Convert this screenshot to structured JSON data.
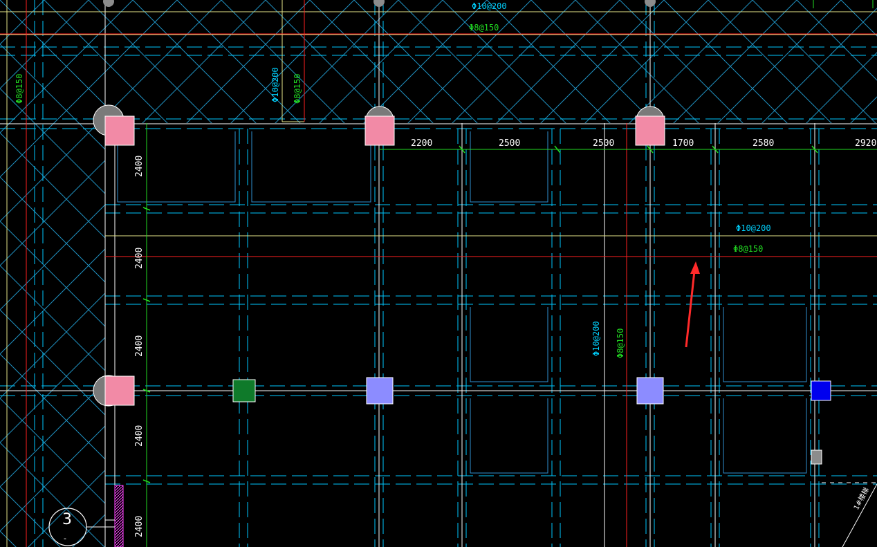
{
  "drawing": {
    "top_rebar": {
      "upper": "Φ10@200",
      "lower": "Φ8@150"
    },
    "left_rebar": "Φ8@150",
    "upper_vertical_rebar": {
      "left": "Φ10@200",
      "right": "Φ8@150"
    },
    "mid_rebar": {
      "upper": "Φ10@200",
      "lower": "Φ8@150"
    },
    "mid_vertical_rebar": {
      "left": "Φ10@200",
      "right": "Φ8@150"
    },
    "horizontal_dimensions": [
      "2200",
      "2500",
      "2500",
      "1700",
      "2580",
      "2920"
    ],
    "vertical_dimensions": [
      "2400",
      "2400",
      "2400",
      "2400",
      "2400"
    ],
    "axis_bubble": {
      "label": "3",
      "sub": "-"
    },
    "side_note": "1#楼梯",
    "colors": {
      "background": "#000000",
      "hatch": "#1f8fbf",
      "column_pink": "#f28aa6",
      "column_purple": "#8c8cff",
      "column_green": "#0f7a2a",
      "column_blue": "#0000ee",
      "beam_dash": "#00c8ff",
      "red_line": "#ff2020",
      "yellow_line": "#e6e68a",
      "green_dim": "#22dd22",
      "arrow": "#ff2a2a"
    }
  }
}
